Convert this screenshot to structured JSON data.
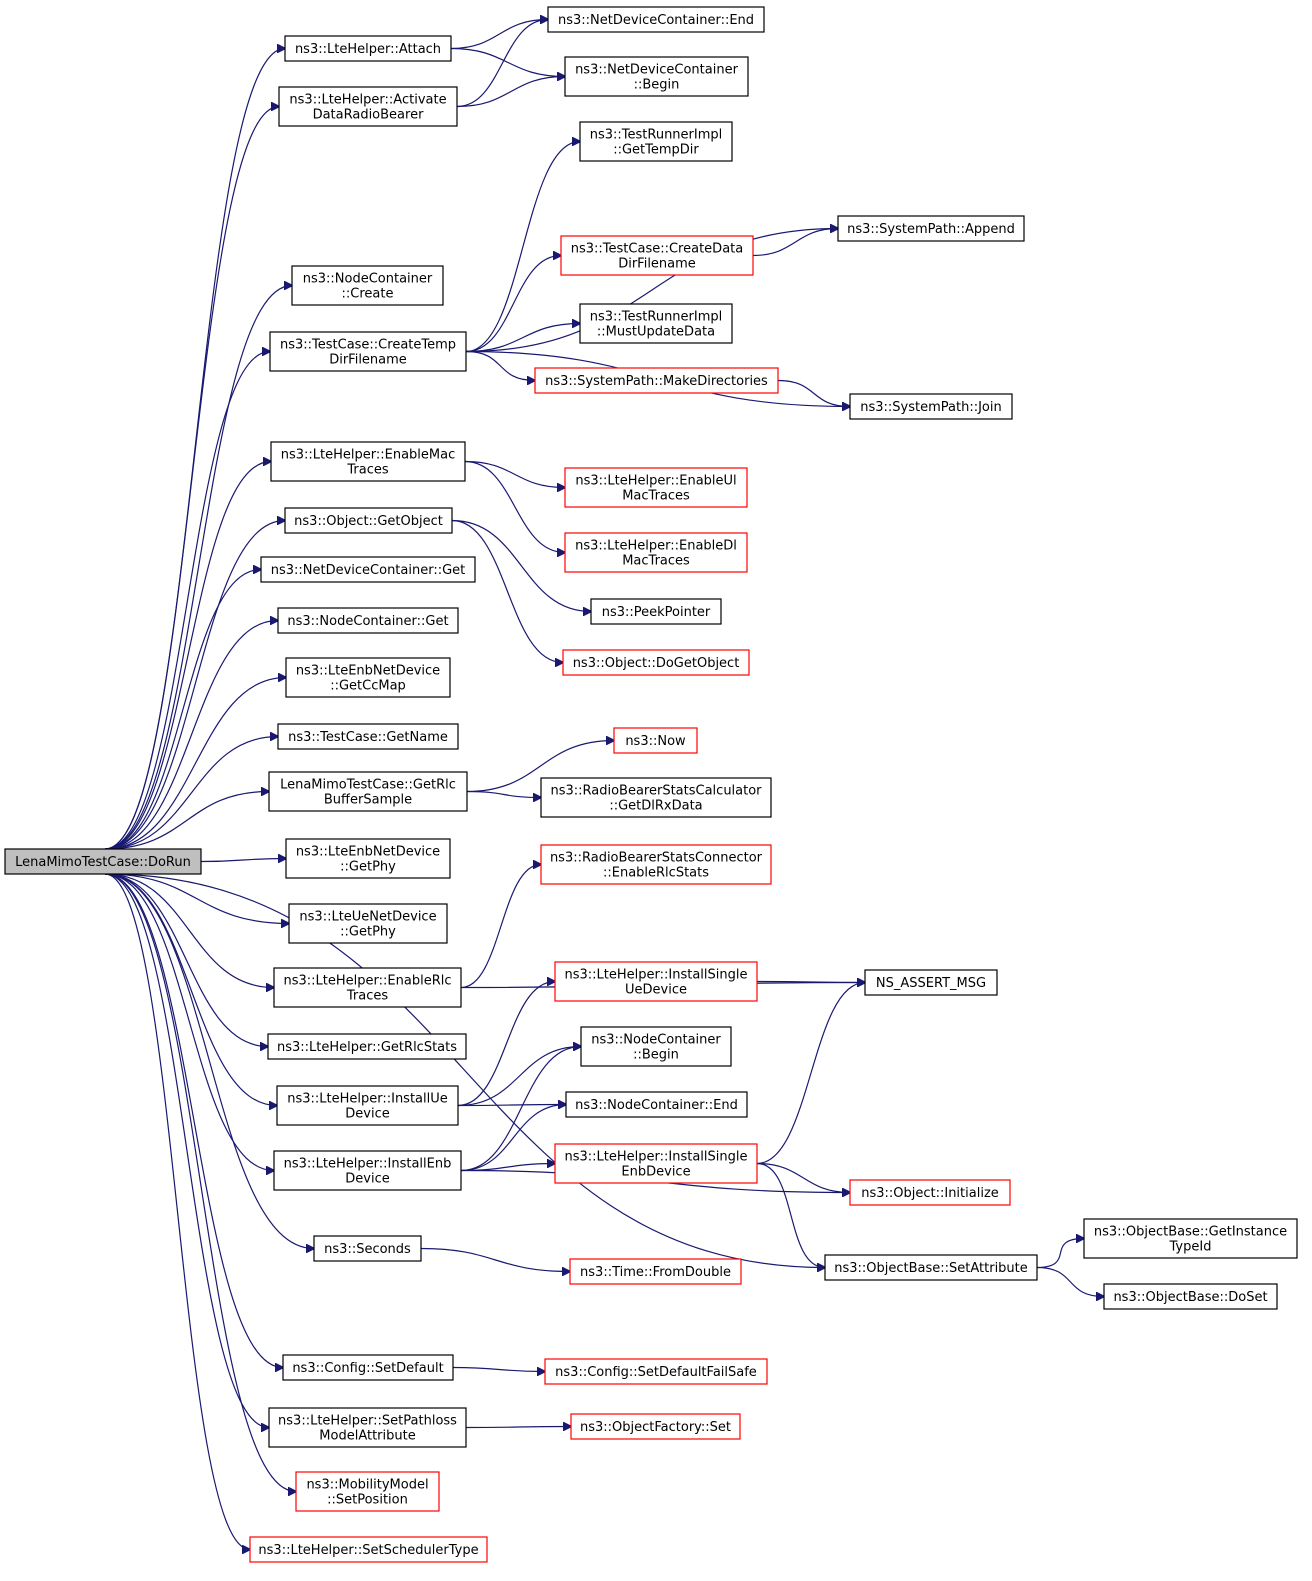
{
  "graph": {
    "type": "call-graph",
    "colors": {
      "edge": "#191970",
      "border": "#000000",
      "truncated_border": "#ff0000",
      "root_fill": "#bfbfbf"
    },
    "nodes": [
      {
        "id": "dorun",
        "lines": [
          "LenaMimoTestCase::DoRun"
        ],
        "kind": "root"
      },
      {
        "id": "attach",
        "lines": [
          "ns3::LteHelper::Attach"
        ],
        "kind": "normal"
      },
      {
        "id": "activate",
        "lines": [
          "ns3::LteHelper::Activate",
          "DataRadioBearer"
        ],
        "kind": "normal"
      },
      {
        "id": "ndc_end",
        "lines": [
          "ns3::NetDeviceContainer::End"
        ],
        "kind": "normal"
      },
      {
        "id": "ndc_begin",
        "lines": [
          "ns3::NetDeviceContainer",
          "::Begin"
        ],
        "kind": "normal"
      },
      {
        "id": "tr_gettempdir",
        "lines": [
          "ns3::TestRunnerImpl",
          "::GetTempDir"
        ],
        "kind": "normal"
      },
      {
        "id": "sp_append",
        "lines": [
          "ns3::SystemPath::Append"
        ],
        "kind": "normal"
      },
      {
        "id": "tc_createdata",
        "lines": [
          "ns3::TestCase::CreateData",
          "DirFilename"
        ],
        "kind": "truncated"
      },
      {
        "id": "nc_create",
        "lines": [
          "ns3::NodeContainer",
          "::Create"
        ],
        "kind": "normal"
      },
      {
        "id": "tr_mustupdate",
        "lines": [
          "ns3::TestRunnerImpl",
          "::MustUpdateData"
        ],
        "kind": "normal"
      },
      {
        "id": "tc_createtemp",
        "lines": [
          "ns3::TestCase::CreateTemp",
          "DirFilename"
        ],
        "kind": "normal"
      },
      {
        "id": "sp_makedirs",
        "lines": [
          "ns3::SystemPath::MakeDirectories"
        ],
        "kind": "truncated"
      },
      {
        "id": "sp_join",
        "lines": [
          "ns3::SystemPath::Join"
        ],
        "kind": "normal"
      },
      {
        "id": "enablemac",
        "lines": [
          "ns3::LteHelper::EnableMac",
          "Traces"
        ],
        "kind": "normal"
      },
      {
        "id": "enableulmac",
        "lines": [
          "ns3::LteHelper::EnableUl",
          "MacTraces"
        ],
        "kind": "truncated"
      },
      {
        "id": "getobject",
        "lines": [
          "ns3::Object::GetObject"
        ],
        "kind": "normal"
      },
      {
        "id": "enabledlmac",
        "lines": [
          "ns3::LteHelper::EnableDl",
          "MacTraces"
        ],
        "kind": "truncated"
      },
      {
        "id": "ndc_get",
        "lines": [
          "ns3::NetDeviceContainer::Get"
        ],
        "kind": "normal"
      },
      {
        "id": "peekpointer",
        "lines": [
          "ns3::PeekPointer"
        ],
        "kind": "normal"
      },
      {
        "id": "nc_get",
        "lines": [
          "ns3::NodeContainer::Get"
        ],
        "kind": "normal"
      },
      {
        "id": "dogetobject",
        "lines": [
          "ns3::Object::DoGetObject"
        ],
        "kind": "truncated"
      },
      {
        "id": "getccmap",
        "lines": [
          "ns3::LteEnbNetDevice",
          "::GetCcMap"
        ],
        "kind": "normal"
      },
      {
        "id": "getname",
        "lines": [
          "ns3::TestCase::GetName"
        ],
        "kind": "normal"
      },
      {
        "id": "now",
        "lines": [
          "ns3::Now"
        ],
        "kind": "truncated"
      },
      {
        "id": "getrlcbuf",
        "lines": [
          "LenaMimoTestCase::GetRlc",
          "BufferSample"
        ],
        "kind": "normal"
      },
      {
        "id": "getdlrx",
        "lines": [
          "ns3::RadioBearerStatsCalculator",
          "::GetDlRxData"
        ],
        "kind": "normal"
      },
      {
        "id": "enb_getphy",
        "lines": [
          "ns3::LteEnbNetDevice",
          "::GetPhy"
        ],
        "kind": "normal"
      },
      {
        "id": "rbsc_enable",
        "lines": [
          "ns3::RadioBearerStatsConnector",
          "::EnableRlcStats"
        ],
        "kind": "truncated"
      },
      {
        "id": "ue_getphy",
        "lines": [
          "ns3::LteUeNetDevice",
          "::GetPhy"
        ],
        "kind": "normal"
      },
      {
        "id": "enablerlc",
        "lines": [
          "ns3::LteHelper::EnableRlc",
          "Traces"
        ],
        "kind": "normal"
      },
      {
        "id": "installsingleue",
        "lines": [
          "ns3::LteHelper::InstallSingle",
          "UeDevice"
        ],
        "kind": "truncated"
      },
      {
        "id": "ns_assert",
        "lines": [
          "NS_ASSERT_MSG"
        ],
        "kind": "normal"
      },
      {
        "id": "getrlcstats",
        "lines": [
          "ns3::LteHelper::GetRlcStats"
        ],
        "kind": "normal"
      },
      {
        "id": "nc_begin",
        "lines": [
          "ns3::NodeContainer",
          "::Begin"
        ],
        "kind": "normal"
      },
      {
        "id": "installue",
        "lines": [
          "ns3::LteHelper::InstallUe",
          "Device"
        ],
        "kind": "normal"
      },
      {
        "id": "nc_end",
        "lines": [
          "ns3::NodeContainer::End"
        ],
        "kind": "normal"
      },
      {
        "id": "installenb",
        "lines": [
          "ns3::LteHelper::InstallEnb",
          "Device"
        ],
        "kind": "normal"
      },
      {
        "id": "installsingleenb",
        "lines": [
          "ns3::LteHelper::InstallSingle",
          "EnbDevice"
        ],
        "kind": "truncated"
      },
      {
        "id": "initialize",
        "lines": [
          "ns3::Object::Initialize"
        ],
        "kind": "truncated"
      },
      {
        "id": "getinstancetypeid",
        "lines": [
          "ns3::ObjectBase::GetInstance",
          "TypeId"
        ],
        "kind": "normal"
      },
      {
        "id": "seconds",
        "lines": [
          "ns3::Seconds"
        ],
        "kind": "normal"
      },
      {
        "id": "setattribute",
        "lines": [
          "ns3::ObjectBase::SetAttribute"
        ],
        "kind": "normal"
      },
      {
        "id": "fromdouble",
        "lines": [
          "ns3::Time::FromDouble"
        ],
        "kind": "truncated"
      },
      {
        "id": "doset",
        "lines": [
          "ns3::ObjectBase::DoSet"
        ],
        "kind": "normal"
      },
      {
        "id": "setdefault",
        "lines": [
          "ns3::Config::SetDefault"
        ],
        "kind": "normal"
      },
      {
        "id": "setdefaultfailsafe",
        "lines": [
          "ns3::Config::SetDefaultFailSafe"
        ],
        "kind": "truncated"
      },
      {
        "id": "setpathloss",
        "lines": [
          "ns3::LteHelper::SetPathloss",
          "ModelAttribute"
        ],
        "kind": "normal"
      },
      {
        "id": "of_set",
        "lines": [
          "ns3::ObjectFactory::Set"
        ],
        "kind": "truncated"
      },
      {
        "id": "setposition",
        "lines": [
          "ns3::MobilityModel",
          "::SetPosition"
        ],
        "kind": "truncated"
      },
      {
        "id": "setscheduler",
        "lines": [
          "ns3::LteHelper::SetSchedulerType"
        ],
        "kind": "truncated"
      }
    ],
    "edges": [
      [
        "dorun",
        "attach"
      ],
      [
        "dorun",
        "activate"
      ],
      [
        "dorun",
        "nc_create"
      ],
      [
        "dorun",
        "tc_createtemp"
      ],
      [
        "dorun",
        "enablemac"
      ],
      [
        "dorun",
        "getobject"
      ],
      [
        "dorun",
        "ndc_get"
      ],
      [
        "dorun",
        "nc_get"
      ],
      [
        "dorun",
        "getccmap"
      ],
      [
        "dorun",
        "getname"
      ],
      [
        "dorun",
        "getrlcbuf"
      ],
      [
        "dorun",
        "enb_getphy"
      ],
      [
        "dorun",
        "ue_getphy"
      ],
      [
        "dorun",
        "enablerlc"
      ],
      [
        "dorun",
        "getrlcstats"
      ],
      [
        "dorun",
        "installue"
      ],
      [
        "dorun",
        "installenb"
      ],
      [
        "dorun",
        "seconds"
      ],
      [
        "dorun",
        "setattribute"
      ],
      [
        "dorun",
        "setdefault"
      ],
      [
        "dorun",
        "setpathloss"
      ],
      [
        "dorun",
        "setposition"
      ],
      [
        "dorun",
        "setscheduler"
      ],
      [
        "attach",
        "ndc_end"
      ],
      [
        "attach",
        "ndc_begin"
      ],
      [
        "activate",
        "ndc_end"
      ],
      [
        "activate",
        "ndc_begin"
      ],
      [
        "tc_createtemp",
        "tr_gettempdir"
      ],
      [
        "tc_createtemp",
        "sp_append"
      ],
      [
        "tc_createtemp",
        "tc_createdata"
      ],
      [
        "tc_createtemp",
        "tr_mustupdate"
      ],
      [
        "tc_createtemp",
        "sp_makedirs"
      ],
      [
        "tc_createtemp",
        "sp_join"
      ],
      [
        "tc_createdata",
        "sp_append"
      ],
      [
        "sp_makedirs",
        "sp_join"
      ],
      [
        "enablemac",
        "enableulmac"
      ],
      [
        "enablemac",
        "enabledlmac"
      ],
      [
        "getobject",
        "peekpointer"
      ],
      [
        "getobject",
        "dogetobject"
      ],
      [
        "getrlcbuf",
        "now"
      ],
      [
        "getrlcbuf",
        "getdlrx"
      ],
      [
        "enablerlc",
        "rbsc_enable"
      ],
      [
        "enablerlc",
        "ns_assert"
      ],
      [
        "installue",
        "installsingleue"
      ],
      [
        "installue",
        "nc_begin"
      ],
      [
        "installue",
        "nc_end"
      ],
      [
        "installsingleue",
        "ns_assert"
      ],
      [
        "installenb",
        "nc_begin"
      ],
      [
        "installenb",
        "nc_end"
      ],
      [
        "installenb",
        "installsingleenb"
      ],
      [
        "installenb",
        "initialize"
      ],
      [
        "installsingleenb",
        "ns_assert"
      ],
      [
        "installsingleenb",
        "initialize"
      ],
      [
        "installsingleenb",
        "setattribute"
      ],
      [
        "seconds",
        "fromdouble"
      ],
      [
        "setattribute",
        "getinstancetypeid"
      ],
      [
        "setattribute",
        "doset"
      ],
      [
        "setdefault",
        "setdefaultfailsafe"
      ],
      [
        "setpathloss",
        "of_set"
      ]
    ]
  }
}
